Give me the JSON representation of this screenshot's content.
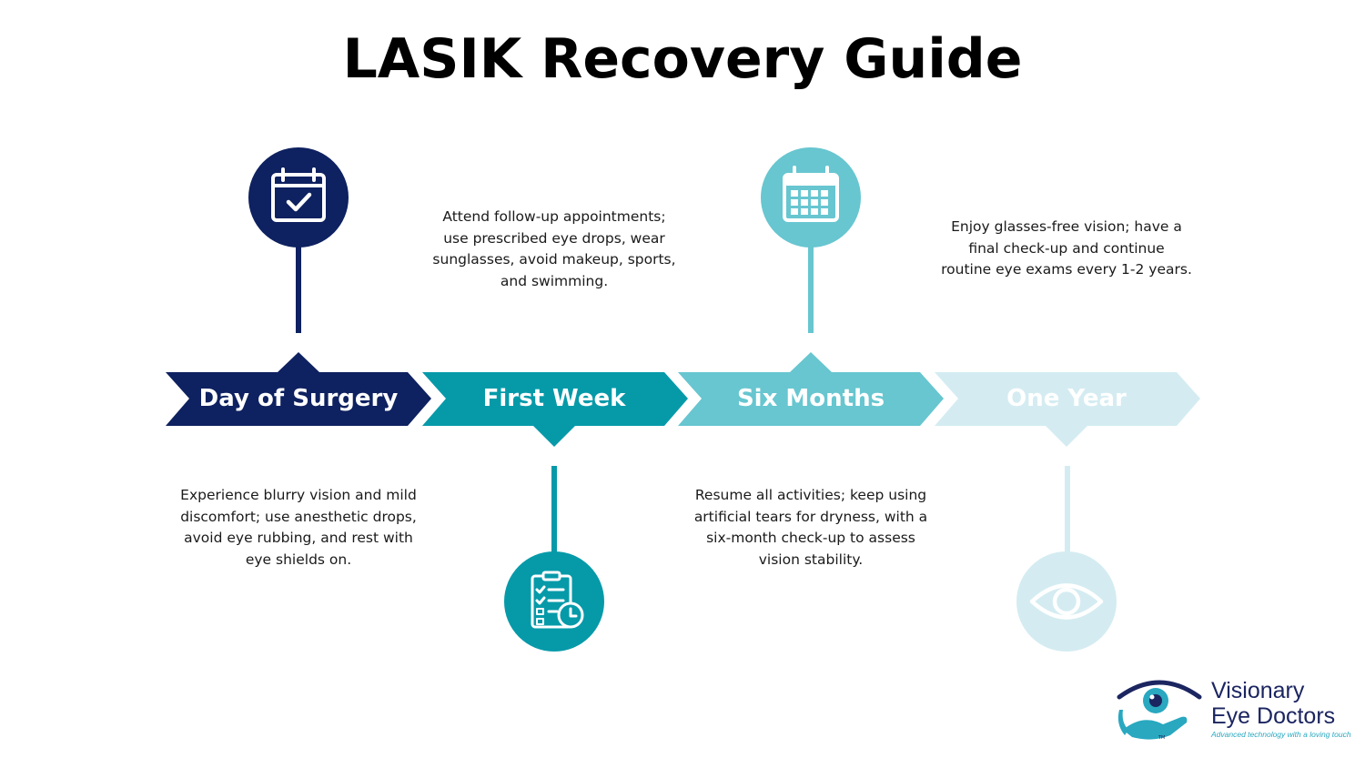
{
  "title": "LASIK Recovery Guide",
  "colors": {
    "navy": "#0e2160",
    "teal": "#069aa9",
    "aqua": "#67c6d0",
    "pale": "#d4ecf1"
  },
  "stages": [
    {
      "label": "Day of Surgery",
      "icon": "calendar-check-icon",
      "description": [
        "Experience blurry vision and mild",
        "discomfort; use anesthetic drops,",
        "avoid eye rubbing, and rest with",
        "eye shields on."
      ]
    },
    {
      "label": "First Week",
      "icon": "checklist-clock-icon",
      "description": [
        "Attend follow-up appointments;",
        "use prescribed eye drops, wear",
        "sunglasses, avoid makeup, sports,",
        "and swimming."
      ]
    },
    {
      "label": "Six Months",
      "icon": "calendar-grid-icon",
      "description": [
        "Resume all activities; keep using",
        "artificial tears for dryness, with a",
        "six-month check-up to assess",
        "vision stability."
      ]
    },
    {
      "label": "One Year",
      "icon": "eye-icon",
      "description": [
        "Enjoy glasses-free vision; have a",
        "final check-up and continue",
        "routine eye exams every 1-2 years."
      ]
    }
  ],
  "logo": {
    "line1": "Visionary",
    "line2": "Eye Doctors",
    "tagline": "Advanced technology with a loving touch",
    "tm": "TM"
  }
}
